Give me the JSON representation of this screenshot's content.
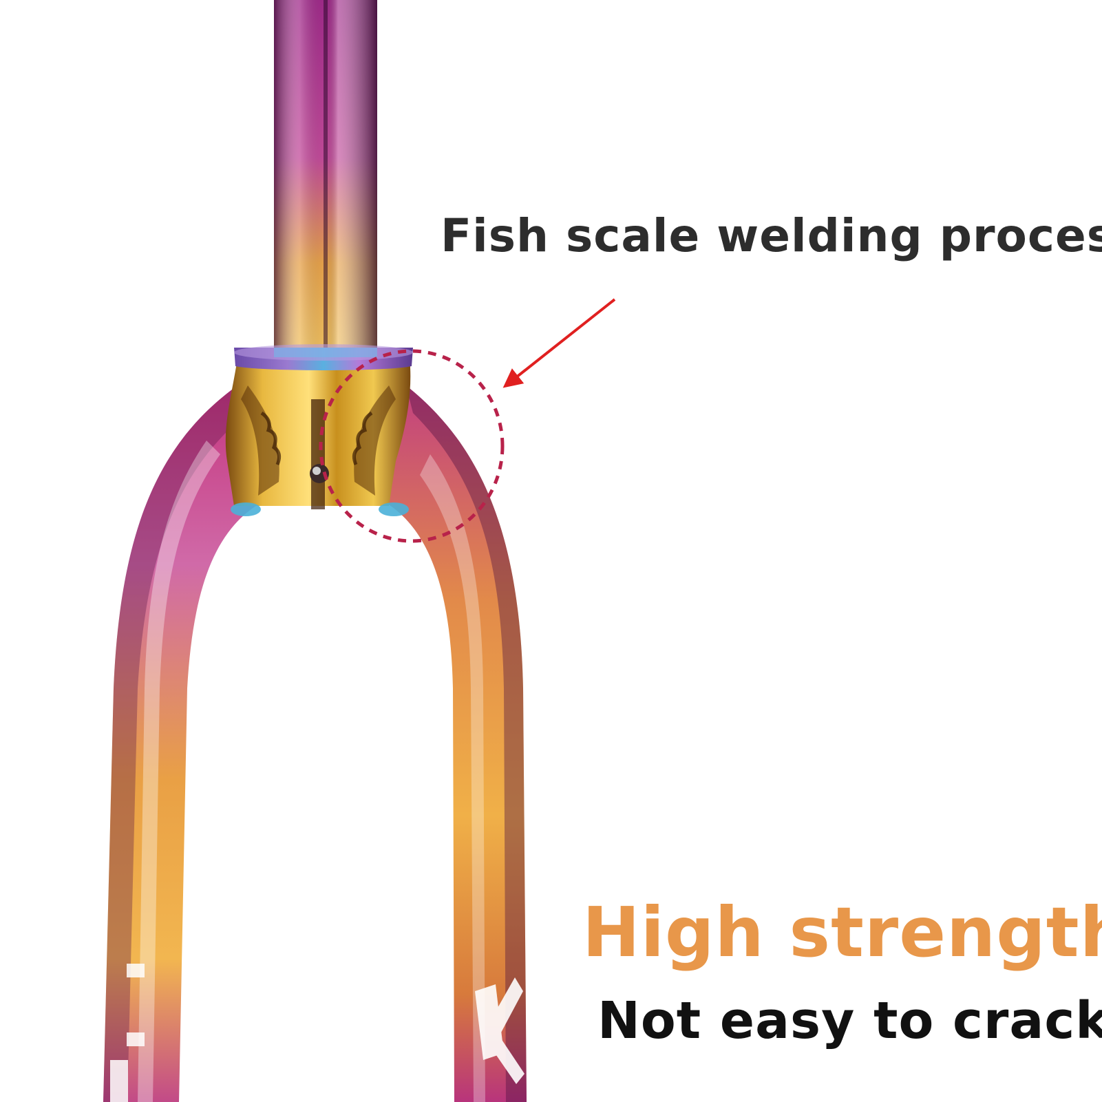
{
  "captions": {
    "process": "Fish scale welding process",
    "headline": "High strength",
    "subline": "Not easy to crack"
  },
  "brand_marks": {
    "left_leg": "DE",
    "right_leg": "KI"
  },
  "colors": {
    "headline": "#e8974a",
    "process_text": "#2d2d2d",
    "subline_text": "#111111",
    "arrow": "#e02020",
    "highlight_ring": "#b8224a"
  }
}
